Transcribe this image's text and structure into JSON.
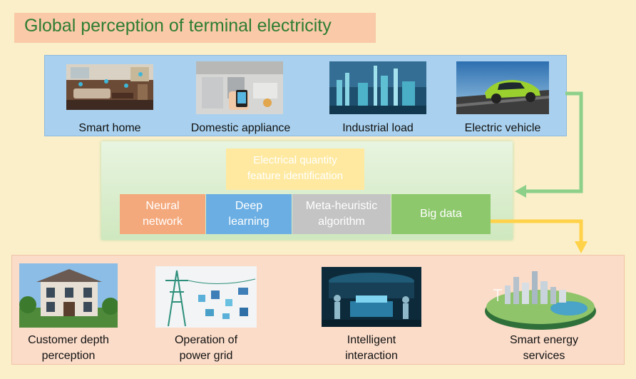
{
  "title": "Global perception of terminal electricity",
  "sources": [
    {
      "label": "Smart home",
      "icon": "smart-home-photo"
    },
    {
      "label": "Domestic appliance",
      "icon": "domestic-appliance-photo"
    },
    {
      "label": "Industrial load",
      "icon": "industrial-load-photo"
    },
    {
      "label": "Electric vehicle",
      "icon": "electric-vehicle-photo"
    }
  ],
  "processing": {
    "feature_box": "Electrical quantity feature identification",
    "feature_line1": "Electrical quantity",
    "feature_line2": "feature identification",
    "methods": [
      {
        "line1": "Neural",
        "line2": "network",
        "color": "#f4a97c"
      },
      {
        "line1": "Deep",
        "line2": "learning",
        "color": "#6aaee3"
      },
      {
        "line1": "Meta-heuristic",
        "line2": "algorithm",
        "color": "#c4c4c4"
      },
      {
        "line1": "Big data",
        "line2": "",
        "color": "#8dc86c"
      }
    ]
  },
  "applications": [
    {
      "line1": "Customer depth",
      "line2": "perception",
      "icon": "villa-photo"
    },
    {
      "line1": "Operation of",
      "line2": "power grid",
      "icon": "power-grid-illustration"
    },
    {
      "line1": "Intelligent",
      "line2": "interaction",
      "icon": "interaction-room-photo"
    },
    {
      "line1": "Smart energy",
      "line2": "services",
      "icon": "smart-city-illustration"
    }
  ],
  "colors": {
    "background": "#faefc9",
    "title_box": "#f9c9a8",
    "title_text": "#2f7d32",
    "top_panel": "#a9d1ef",
    "middle_panel": "#d8edcb",
    "feature_box": "#ffe9a0",
    "bottom_panel": "#fbdcc9",
    "arrow_green": "#8dd08a",
    "arrow_yellow": "#ffd24a"
  }
}
